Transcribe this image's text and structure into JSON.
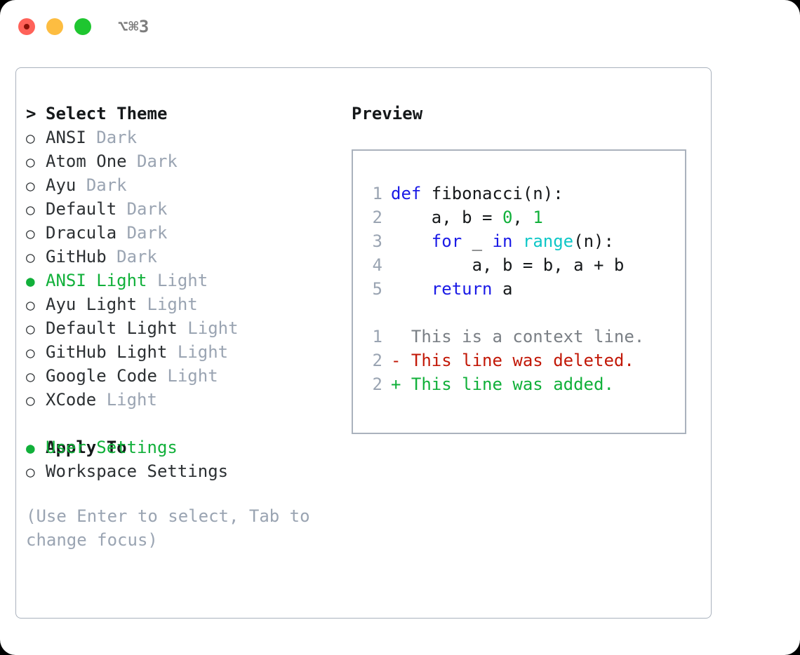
{
  "titlebar": {
    "shortcut": "⌥⌘3",
    "buttons": {
      "close": "close",
      "minimize": "minimize",
      "zoom": "zoom"
    }
  },
  "theme_list": {
    "caret": ">",
    "header": "Select Theme",
    "marker_unselected": "○",
    "marker_selected": "●",
    "items": [
      {
        "name": "ANSI",
        "suffix": "Dark",
        "selected": false
      },
      {
        "name": "Atom One",
        "suffix": "Dark",
        "selected": false
      },
      {
        "name": "Ayu",
        "suffix": "Dark",
        "selected": false
      },
      {
        "name": "Default",
        "suffix": "Dark",
        "selected": false
      },
      {
        "name": "Dracula",
        "suffix": "Dark",
        "selected": false
      },
      {
        "name": "GitHub",
        "suffix": "Dark",
        "selected": false
      },
      {
        "name": "ANSI Light",
        "suffix": "Light",
        "selected": true
      },
      {
        "name": "Ayu Light",
        "suffix": "Light",
        "selected": false
      },
      {
        "name": "Default Light",
        "suffix": "Light",
        "selected": false
      },
      {
        "name": "GitHub Light",
        "suffix": "Light",
        "selected": false
      },
      {
        "name": "Google Code",
        "suffix": "Light",
        "selected": false
      },
      {
        "name": "XCode",
        "suffix": "Light",
        "selected": false
      }
    ]
  },
  "apply_to": {
    "header": "Apply To",
    "items": [
      {
        "name": "User Settings",
        "selected": true
      },
      {
        "name": "Workspace Settings",
        "selected": false
      }
    ]
  },
  "hint": "(Use Enter to select, Tab to change focus)",
  "preview": {
    "title": "Preview",
    "code_lines": [
      {
        "number": "1",
        "tokens": [
          {
            "text": "def",
            "kind": "kw"
          },
          {
            "text": " fibonacci(n):",
            "kind": "plain"
          }
        ]
      },
      {
        "number": "2",
        "tokens": [
          {
            "text": "    a, b = ",
            "kind": "plain"
          },
          {
            "text": "0",
            "kind": "num"
          },
          {
            "text": ", ",
            "kind": "plain"
          },
          {
            "text": "1",
            "kind": "num"
          }
        ]
      },
      {
        "number": "3",
        "tokens": [
          {
            "text": "    ",
            "kind": "plain"
          },
          {
            "text": "for",
            "kind": "kw"
          },
          {
            "text": " _ ",
            "kind": "plain"
          },
          {
            "text": "in",
            "kind": "kw"
          },
          {
            "text": " ",
            "kind": "plain"
          },
          {
            "text": "range",
            "kind": "fn"
          },
          {
            "text": "(n):",
            "kind": "plain"
          }
        ]
      },
      {
        "number": "4",
        "tokens": [
          {
            "text": "        a, b = b, a + b",
            "kind": "plain"
          }
        ]
      },
      {
        "number": "5",
        "tokens": [
          {
            "text": "    ",
            "kind": "plain"
          },
          {
            "text": "return",
            "kind": "kw"
          },
          {
            "text": " a",
            "kind": "plain"
          }
        ]
      }
    ],
    "diff_lines": [
      {
        "number": "1",
        "prefix": "  ",
        "text": "This is a context line.",
        "kind": "context"
      },
      {
        "number": "2",
        "prefix": "- ",
        "text": "This line was deleted.",
        "kind": "del"
      },
      {
        "number": "2",
        "prefix": "+ ",
        "text": "This line was added.",
        "kind": "add"
      }
    ]
  },
  "colors": {
    "accent_green": "#11b03a",
    "keyword_blue": "#1a1ae6",
    "function_cyan": "#0fc7c7",
    "muted_gray": "#9aa4b2",
    "diff_red": "#c21807",
    "border": "#aab2bd",
    "text": "#15181a"
  }
}
